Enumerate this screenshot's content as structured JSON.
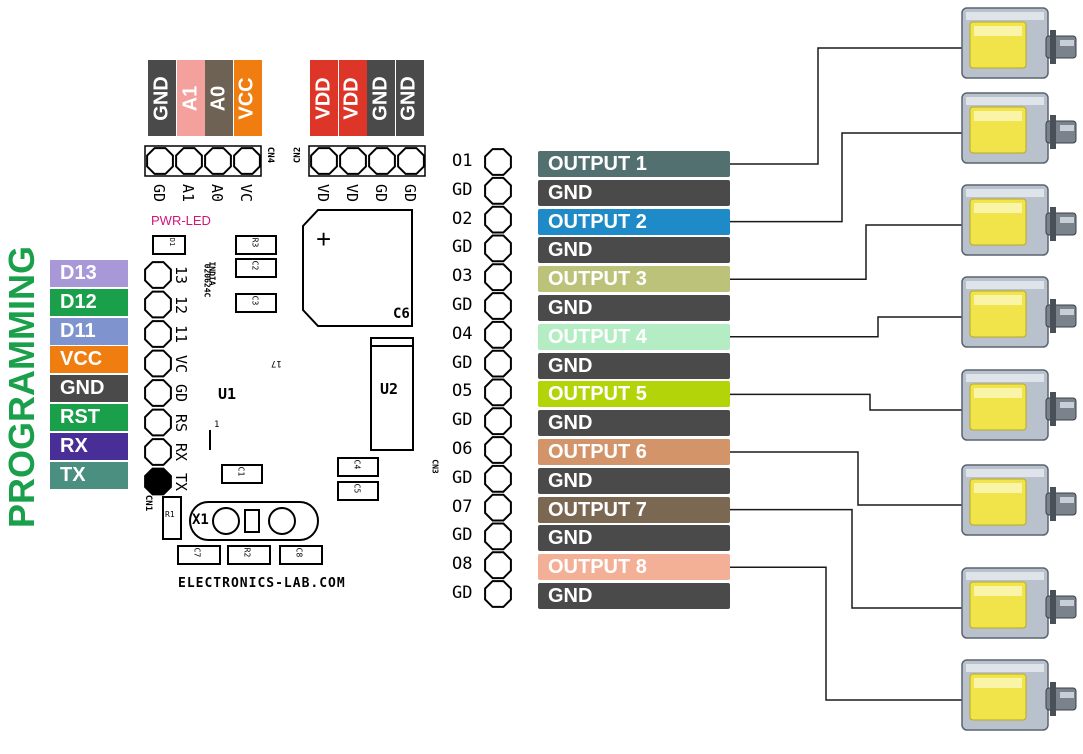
{
  "top_left_header": [
    {
      "label": "GND",
      "color": "#4a4a4a"
    },
    {
      "label": "A1",
      "color": "#f4a09c"
    },
    {
      "label": "A0",
      "color": "#6e6254"
    },
    {
      "label": "VCC",
      "color": "#ef7d10"
    }
  ],
  "top_right_header": [
    {
      "label": "VDD",
      "color": "#dd3527"
    },
    {
      "label": "VDD",
      "color": "#dd3527"
    },
    {
      "label": "GND",
      "color": "#4a4a4a"
    },
    {
      "label": "GND",
      "color": "#4a4a4a"
    }
  ],
  "cn4_pin_labels": [
    "GD",
    "A1",
    "A0",
    "VC"
  ],
  "cn4_name": "CN4",
  "cn2_pin_labels": [
    "VD",
    "VD",
    "GD",
    "GD"
  ],
  "cn2_name": "CN2",
  "programming_title": "PROGRAMMING",
  "programming_color": "#1aa04b",
  "programming_pins": [
    {
      "label": "D13",
      "color": "#a898d8"
    },
    {
      "label": "D12",
      "color": "#1aa04b"
    },
    {
      "label": "D11",
      "color": "#7f94cf"
    },
    {
      "label": "VCC",
      "color": "#ef7d10"
    },
    {
      "label": "GND",
      "color": "#4a4a4a"
    },
    {
      "label": "RST",
      "color": "#1aa04b"
    },
    {
      "label": "RX",
      "color": "#4a2e97"
    },
    {
      "label": "TX",
      "color": "#4a8f80"
    }
  ],
  "cn1_pin_labels": [
    "13",
    "12",
    "11",
    "VC",
    "GD",
    "RS",
    "RX",
    "TX"
  ],
  "cn1_name": "CN1",
  "pcb": {
    "pwr_led": "PWR-LED",
    "d1": "D1",
    "r3": "R3",
    "c2": "C2",
    "c3": "C3",
    "code": "020624C",
    "country": "INDIA",
    "u1": "U1",
    "u2": "U2",
    "c6": "C6",
    "c6_plus": "+",
    "ic_marker": "1",
    "i7": "17",
    "c1": "C1",
    "c4": "C4",
    "c5": "C5",
    "r1": "R1",
    "x1": "X1",
    "c7": "C7",
    "r2": "R2",
    "c8": "C8",
    "cn3": "CN3",
    "brand": "ELECTRONICS-LAB.COM"
  },
  "output_header_pins": [
    "O1",
    "GD",
    "O2",
    "GD",
    "O3",
    "GD",
    "O4",
    "GD",
    "O5",
    "GD",
    "O6",
    "GD",
    "O7",
    "GD",
    "O8",
    "GD"
  ],
  "outputs": [
    {
      "label": "OUTPUT 1",
      "color": "#527070"
    },
    {
      "label": "GND",
      "color": "#4a4a4a"
    },
    {
      "label": "OUTPUT 2",
      "color": "#1e8ac8"
    },
    {
      "label": "GND",
      "color": "#4a4a4a"
    },
    {
      "label": "OUTPUT 3",
      "color": "#bcc27a"
    },
    {
      "label": "GND",
      "color": "#4a4a4a"
    },
    {
      "label": "OUTPUT 4",
      "color": "#b4ecc4"
    },
    {
      "label": "GND",
      "color": "#4a4a4a"
    },
    {
      "label": "OUTPUT 5",
      "color": "#b4d40a"
    },
    {
      "label": "GND",
      "color": "#4a4a4a"
    },
    {
      "label": "OUTPUT 6",
      "color": "#d4946a"
    },
    {
      "label": "GND",
      "color": "#4a4a4a"
    },
    {
      "label": "OUTPUT 7",
      "color": "#7a6852"
    },
    {
      "label": "GND",
      "color": "#4a4a4a"
    },
    {
      "label": "OUTPUT 8",
      "color": "#f4b096"
    },
    {
      "label": "GND",
      "color": "#4a4a4a"
    }
  ],
  "solenoid_count": 8
}
